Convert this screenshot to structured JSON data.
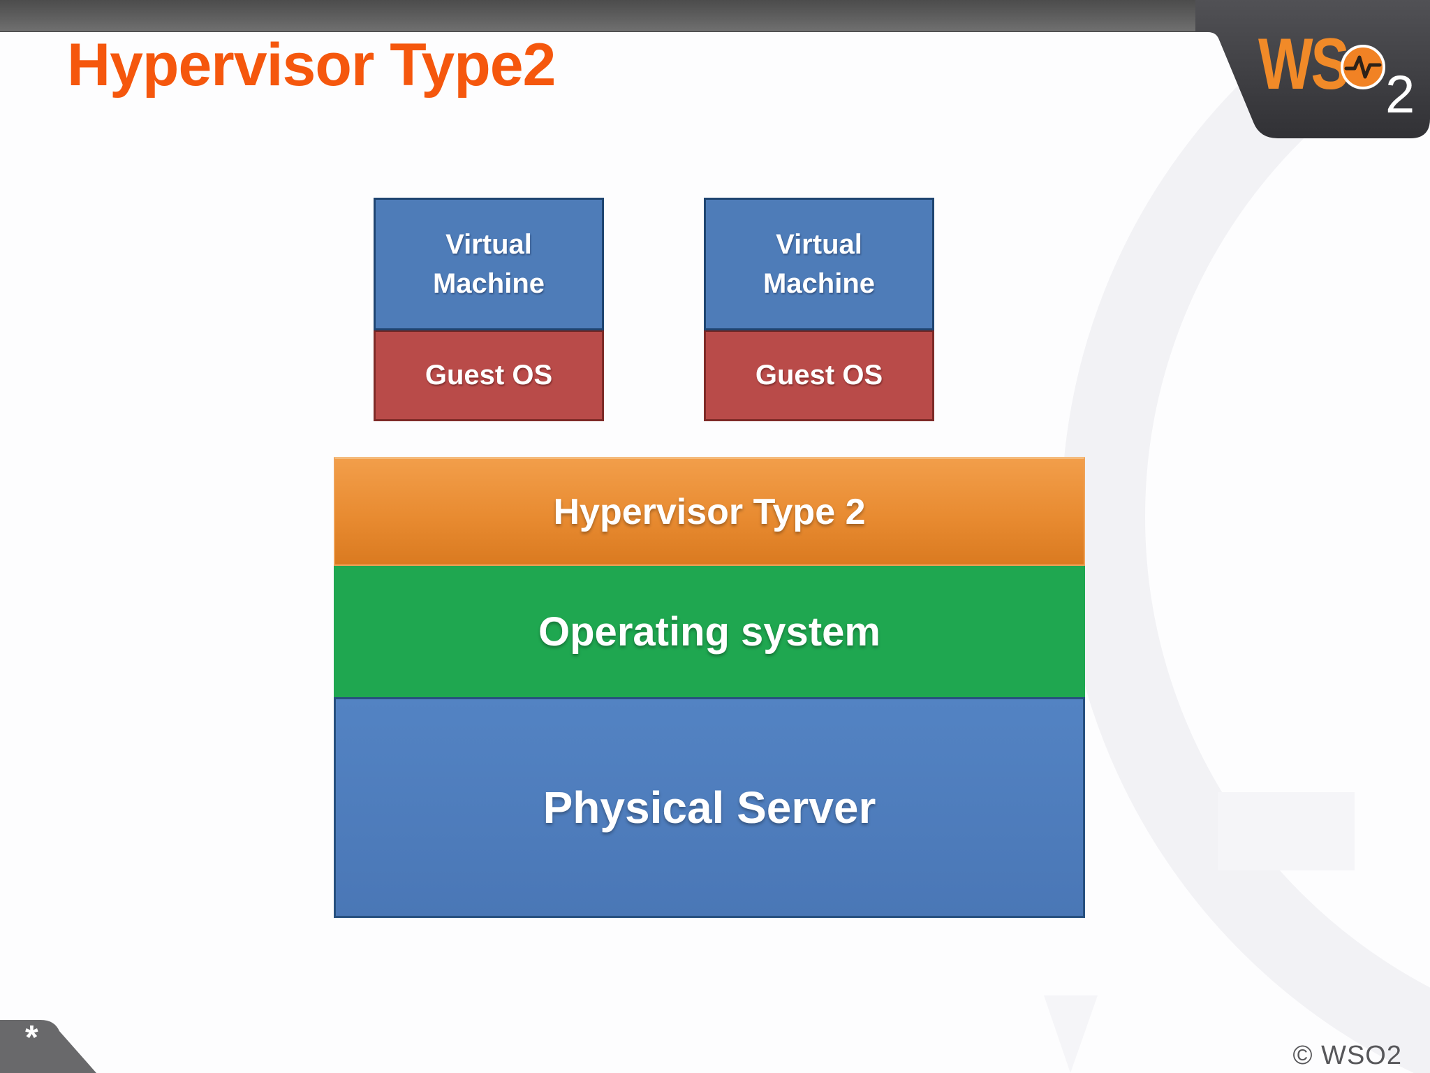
{
  "slide": {
    "title": "Hypervisor Type2"
  },
  "brand": {
    "logo_ws": "WS",
    "logo_sub": "2",
    "pulse_icon": "heartbeat-pulse-icon"
  },
  "diagram": {
    "vm_boxes": [
      {
        "line1": "Virtual",
        "line2": "Machine",
        "guest": "Guest OS"
      },
      {
        "line1": "Virtual",
        "line2": "Machine",
        "guest": "Guest OS"
      }
    ],
    "layers": {
      "hypervisor": "Hypervisor Type 2",
      "os": "Operating system",
      "server": "Physical Server"
    }
  },
  "footer": {
    "footnote": "*",
    "copyright": "© WSO2"
  },
  "colors": {
    "title_orange": "#F5570D",
    "topbar_gray": "#5D5D5D",
    "logo_tab_charcoal": "#3A3A3E",
    "brand_orange": "#F18224",
    "vm_blue": "#4E7CB8",
    "vm_blue_border": "#1F4571",
    "guest_red": "#B94B49",
    "guest_red_border": "#7E2B28",
    "hypervisor_orange": "#E88B31",
    "os_green": "#1FA750",
    "server_blue": "#4E7DBD",
    "server_blue_border": "#27507F",
    "copyright_gray": "#57575A",
    "watermark_gray": "#F3F3F6"
  }
}
